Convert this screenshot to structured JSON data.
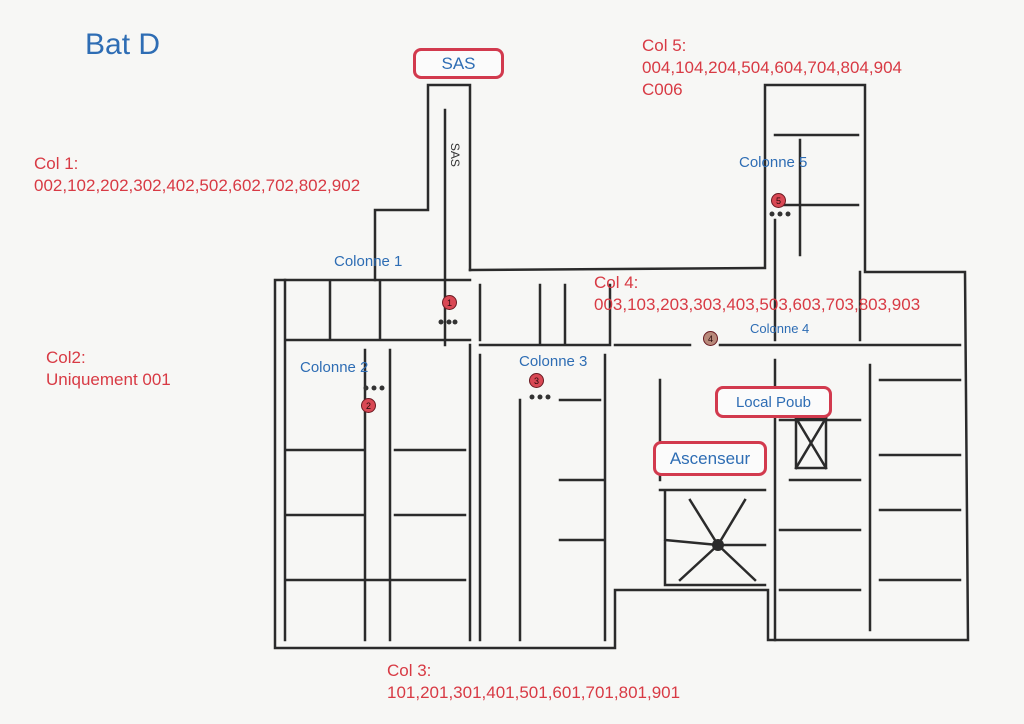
{
  "title": "Bat D",
  "boxes": {
    "sas": "SAS",
    "local_poub": "Local Poub",
    "ascenseur": "Ascenseur"
  },
  "stair_label": "SAS",
  "groups": {
    "col1": {
      "label": "Col 1:",
      "units": "002,102,202,302,402,502,602,702,802,902"
    },
    "col2": {
      "label": "Col2:",
      "units": "Uniquement 001"
    },
    "col3": {
      "label": "Col 3:",
      "units": "101,201,301,401,501,601,701,801,901"
    },
    "col4": {
      "label": "Col 4:",
      "units": "003,103,203,303,403,503,603,703,803,903"
    },
    "col5": {
      "label": "Col 5:",
      "units": "004,104,204,504,604,704,804,904",
      "extra": "C006"
    }
  },
  "columns": {
    "c1": "Colonne 1",
    "c2": "Colonne 2",
    "c3": "Colonne 3",
    "c4": "Colonne 4",
    "c5": "Colonne 5"
  },
  "markers": {
    "m1": "1",
    "m2": "2",
    "m3": "3",
    "m4": "4",
    "m5": "5"
  },
  "colors": {
    "annotation": "#d83a44",
    "column_label": "#2e6db4",
    "box_border": "#d23a4e",
    "walls": "#2b2b2b"
  }
}
